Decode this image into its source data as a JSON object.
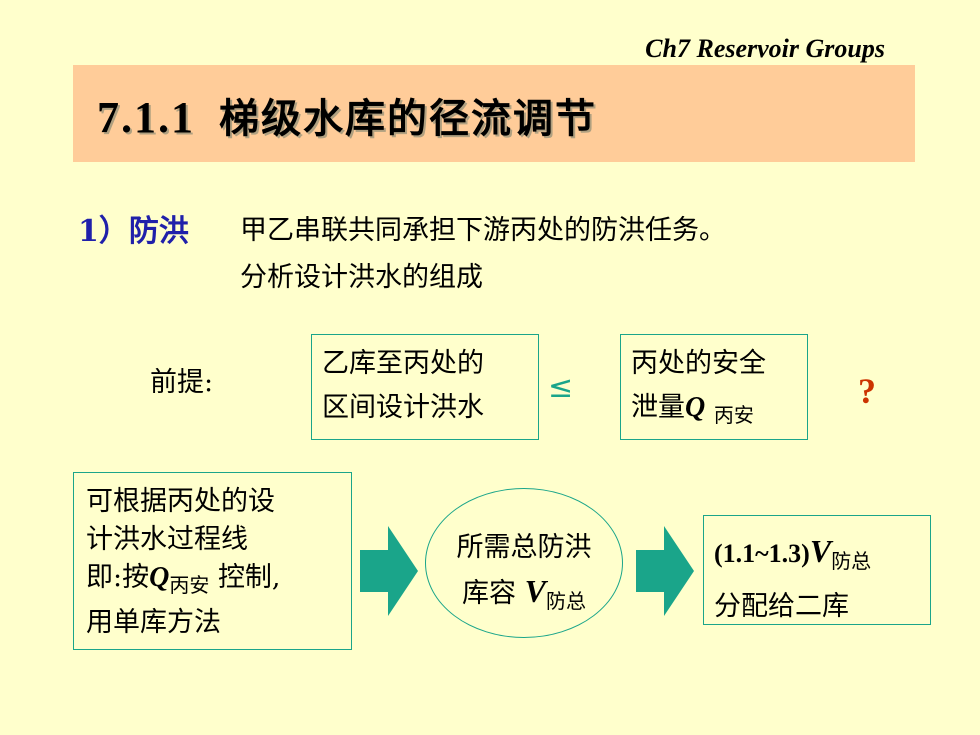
{
  "header": {
    "chapter": "Ch7 Reservoir Groups",
    "title_number": "7.1.1",
    "title_text": "梯级水库的径流调节"
  },
  "section": {
    "label": "1）防洪",
    "line1": "甲乙串联共同承担下游丙处的防洪任务。",
    "line2": "分析设计洪水的组成"
  },
  "premise": {
    "label": "前提:",
    "left_box_line1": "乙库至丙处的",
    "left_box_line2": "区间设计洪水",
    "relation": "≤",
    "right_box_line1": "丙处的安全",
    "right_box_prefix": "泄量",
    "right_box_symbol": "Q",
    "right_box_sub": "丙安",
    "question": "?"
  },
  "flow": {
    "box1_line1": "可根据丙处的设",
    "box1_line2": "计洪水过程线",
    "box1_line3_prefix": "即:按",
    "box1_line3_symbol": "Q",
    "box1_line3_sub": "丙安",
    "box1_line3_suffix": "控制,",
    "box1_line4": "用单库方法",
    "ellipse_line1": "所需总防洪",
    "ellipse_line2_prefix": "库容",
    "ellipse_line2_symbol": "V",
    "ellipse_line2_sub": "防总",
    "box2_coef": "(1.1~1.3)",
    "box2_symbol": "V",
    "box2_sub": "防总",
    "box2_line2": "分配给二库"
  },
  "colors": {
    "background": "#ffffcc",
    "title_bar": "#ffcc99",
    "accent_teal": "#1aa58a",
    "heading_blue": "#2020aa",
    "question_red": "#cc3300"
  }
}
